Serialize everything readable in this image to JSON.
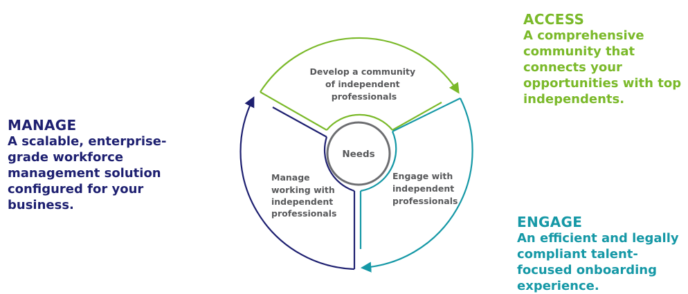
{
  "access": {
    "title": "ACCESS",
    "description": "A comprehensive community that connects your opportunities with top independents.",
    "color": "#7ab929"
  },
  "manage": {
    "title": "MANAGE",
    "description": "A scalable, enterprise-grade workforce management solution configured for your business.",
    "color": "#1d1f70"
  },
  "engage": {
    "title": "ENGAGE",
    "description": "An efficient and legally compliant talent-focused onboarding experience.",
    "color": "#1598a6"
  },
  "cycle": {
    "center_label": "Needs",
    "center_color": "#6d6e71",
    "text_color": "#58595b",
    "segments": {
      "develop": [
        "Develop a community",
        "of independent",
        "professionals"
      ],
      "engage": [
        "Engage with",
        "independent",
        "professionals"
      ],
      "manage": [
        "Manage",
        "working with",
        "independent",
        "professionals"
      ]
    }
  }
}
